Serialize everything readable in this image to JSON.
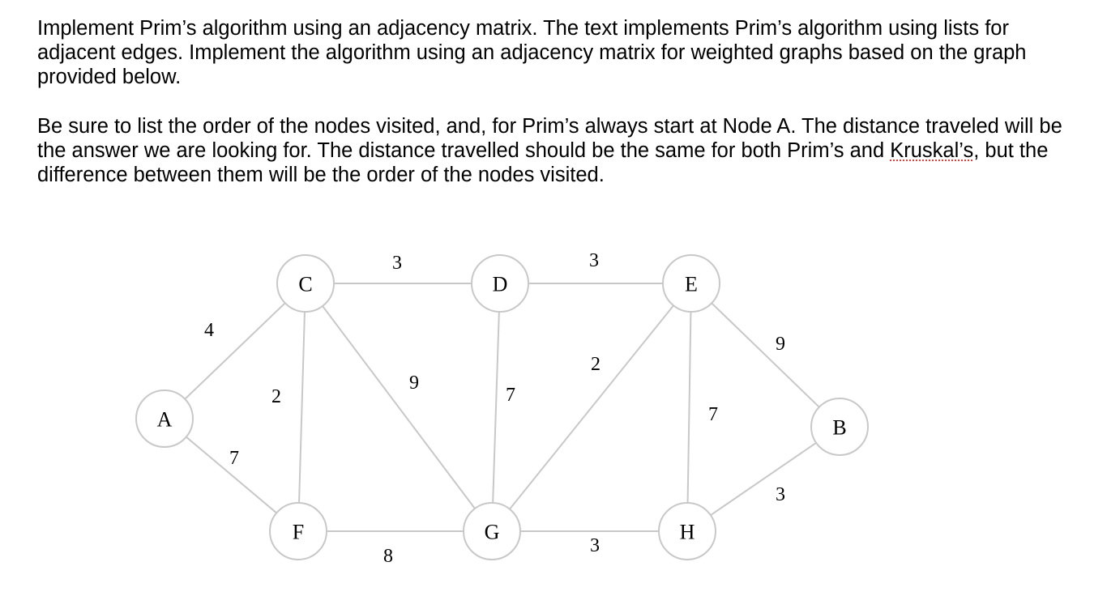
{
  "paragraphs": {
    "p1": "Implement Prim’s algorithm using an adjacency matrix.  The text implements Prim’s algorithm using lists for adjacent edges.  Implement the algorithm using an adjacency matrix for weighted graphs based on the graph provided below.",
    "p2_before": "Be sure to list the order of the nodes visited, and, for Prim’s always start at Node A.  The distance traveled will be the answer we are looking for.  The distance travelled should be the same for both Prim’s and ",
    "p2_spell": "Kruskal’s",
    "p2_after": ", but the difference between them will be the order of the nodes visited."
  },
  "graph": {
    "nodes": [
      "A",
      "C",
      "D",
      "E",
      "B",
      "F",
      "G",
      "H"
    ],
    "edges": [
      {
        "from": "A",
        "to": "C",
        "weight": "4"
      },
      {
        "from": "A",
        "to": "F",
        "weight": "7"
      },
      {
        "from": "C",
        "to": "D",
        "weight": "3"
      },
      {
        "from": "C",
        "to": "F",
        "weight": "2"
      },
      {
        "from": "C",
        "to": "G",
        "weight": "9"
      },
      {
        "from": "D",
        "to": "E",
        "weight": "3"
      },
      {
        "from": "D",
        "to": "G",
        "weight": "7"
      },
      {
        "from": "E",
        "to": "G",
        "weight": "2"
      },
      {
        "from": "E",
        "to": "H",
        "weight": "7"
      },
      {
        "from": "E",
        "to": "B",
        "weight": "9"
      },
      {
        "from": "F",
        "to": "G",
        "weight": "8"
      },
      {
        "from": "G",
        "to": "H",
        "weight": "3"
      },
      {
        "from": "H",
        "to": "B",
        "weight": "3"
      }
    ]
  },
  "colors": {
    "node_stroke": "#c8c8c8",
    "edge_stroke": "#c8c8c8",
    "spellcheck_underline": "#e0413a"
  }
}
